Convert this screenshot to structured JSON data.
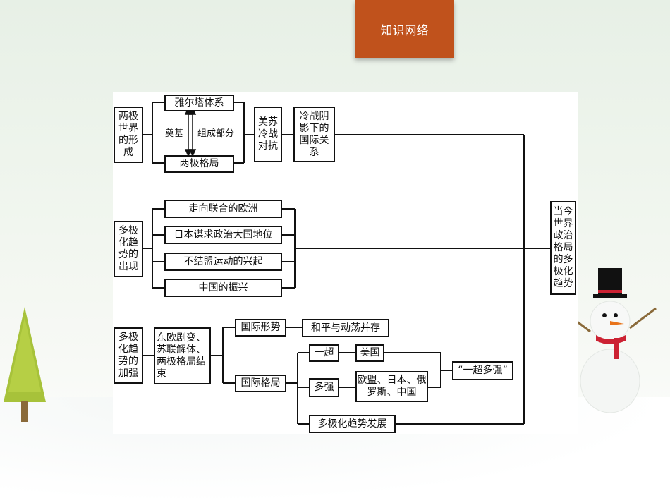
{
  "header": {
    "title": "知识网络"
  },
  "diagram": {
    "left_groups": {
      "bipolar": "两极世界的形成",
      "multipolar_emerge": "多极化趋势的出现",
      "multipolar_strengthen": "多极化趋势的加强"
    },
    "bipolar": {
      "yalta": "雅尔塔体系",
      "pattern": "两极格局",
      "edge_foundation": "奠基",
      "edge_component": "组成部分",
      "us_ussr": "美苏冷战对抗",
      "cold_war": "冷战阴影下的国际关系"
    },
    "emerge": {
      "europe": "走向联合的欧洲",
      "japan": "日本谋求政治大国地位",
      "nonaligned": "不结盟运动的兴起",
      "china": "中国的振兴"
    },
    "strengthen": {
      "collapse": "东欧剧变、苏联解体、两极格局结束",
      "situation": "国际形势",
      "peace": "和平与动荡并存",
      "structure": "国际格局",
      "one_super": "一超",
      "usa": "美国",
      "many_powers": "多强",
      "powers_list": "欧盟、日本、俄罗斯、中国",
      "one_super_many": "“一超多强”",
      "trend": "多极化趋势发展"
    },
    "result": "当今世界政治格局的多极化趋势"
  }
}
